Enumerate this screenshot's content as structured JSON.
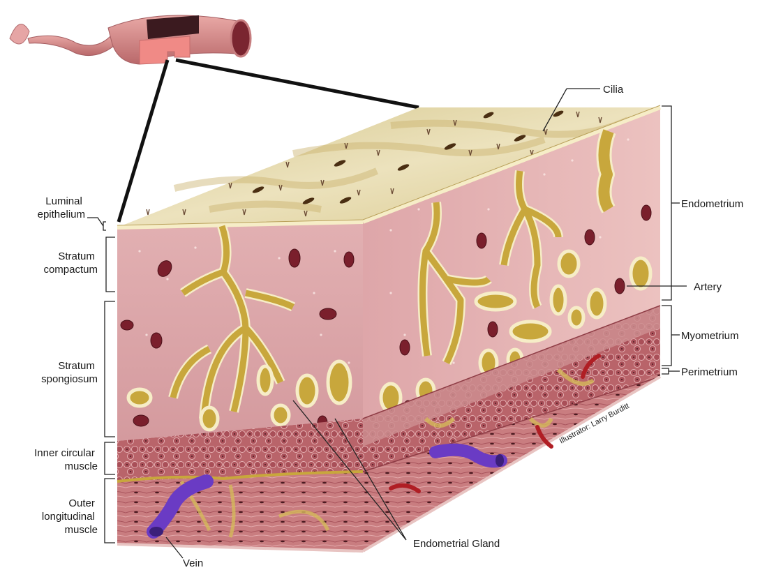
{
  "labels": {
    "cilia": "Cilia",
    "endometrium": "Endometrium",
    "artery": "Artery",
    "myometrium": "Myometrium",
    "perimetrium": "Perimetrium",
    "luminal_epithelium": [
      "Luminal",
      "epithelium"
    ],
    "stratum_compactum": [
      "Stratum",
      "compactum"
    ],
    "stratum_spongiosum": [
      "Stratum",
      "spongiosum"
    ],
    "inner_circular_muscle": [
      "Inner circular",
      "muscle"
    ],
    "outer_longitudinal_muscle": [
      "Outer",
      "longitudinal",
      "muscle"
    ],
    "endometrial_gland": "Endometrial Gland",
    "vein": "Vein"
  },
  "credit": "Illustrator: Larry Burditt",
  "colors": {
    "epithelium_surface": "#e3d5a8",
    "stroma_front": "#d9a3a6",
    "stroma_side": "#e5b6b6",
    "gland_fill": "#c8a73c",
    "gland_border": "#f6edc7",
    "muscle": "#b9646a",
    "muscle_dark": "#8f3d46",
    "vessel_red": "#7a1f2c",
    "vein_purple": "#6a3bc4",
    "tube_pink": "#d98c8c"
  }
}
